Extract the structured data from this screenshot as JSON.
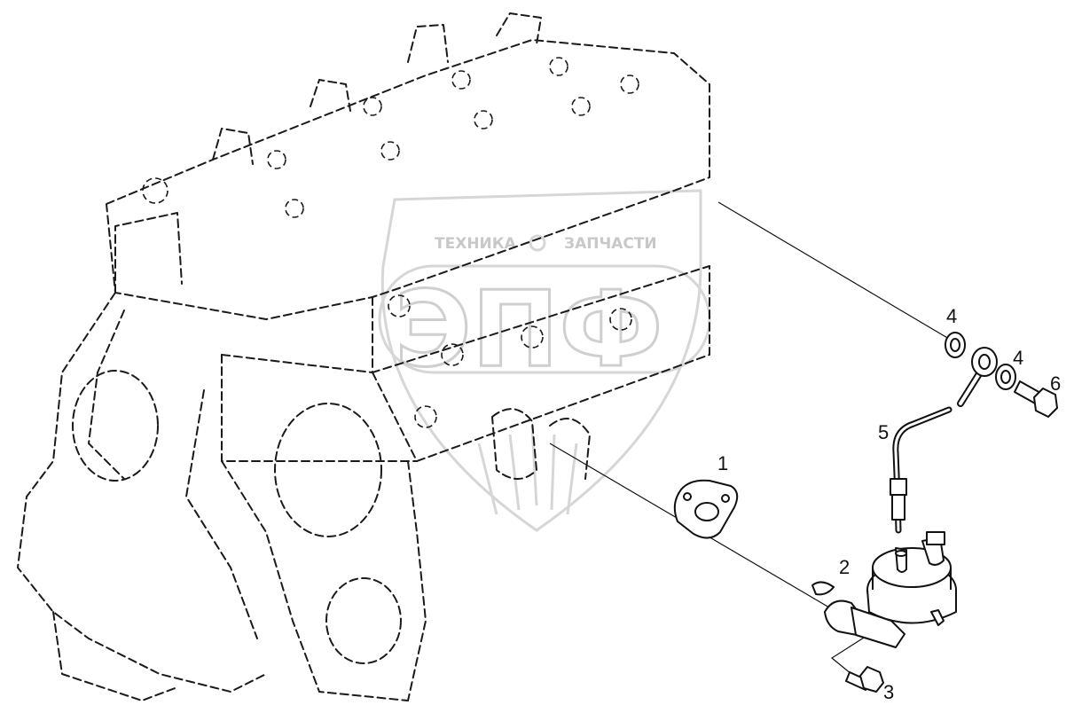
{
  "watermark": {
    "top_text_left": "ТЕХНИКА",
    "top_text_right": "ЗАПЧАСТИ",
    "logo_text": "ЭПФ"
  },
  "callouts": {
    "gasket": "1",
    "fuel_pump": "2",
    "bolt": "3",
    "washer_left": "4",
    "washer_right": "4",
    "fuel_pipe": "5",
    "banjo_bolt": "6"
  }
}
